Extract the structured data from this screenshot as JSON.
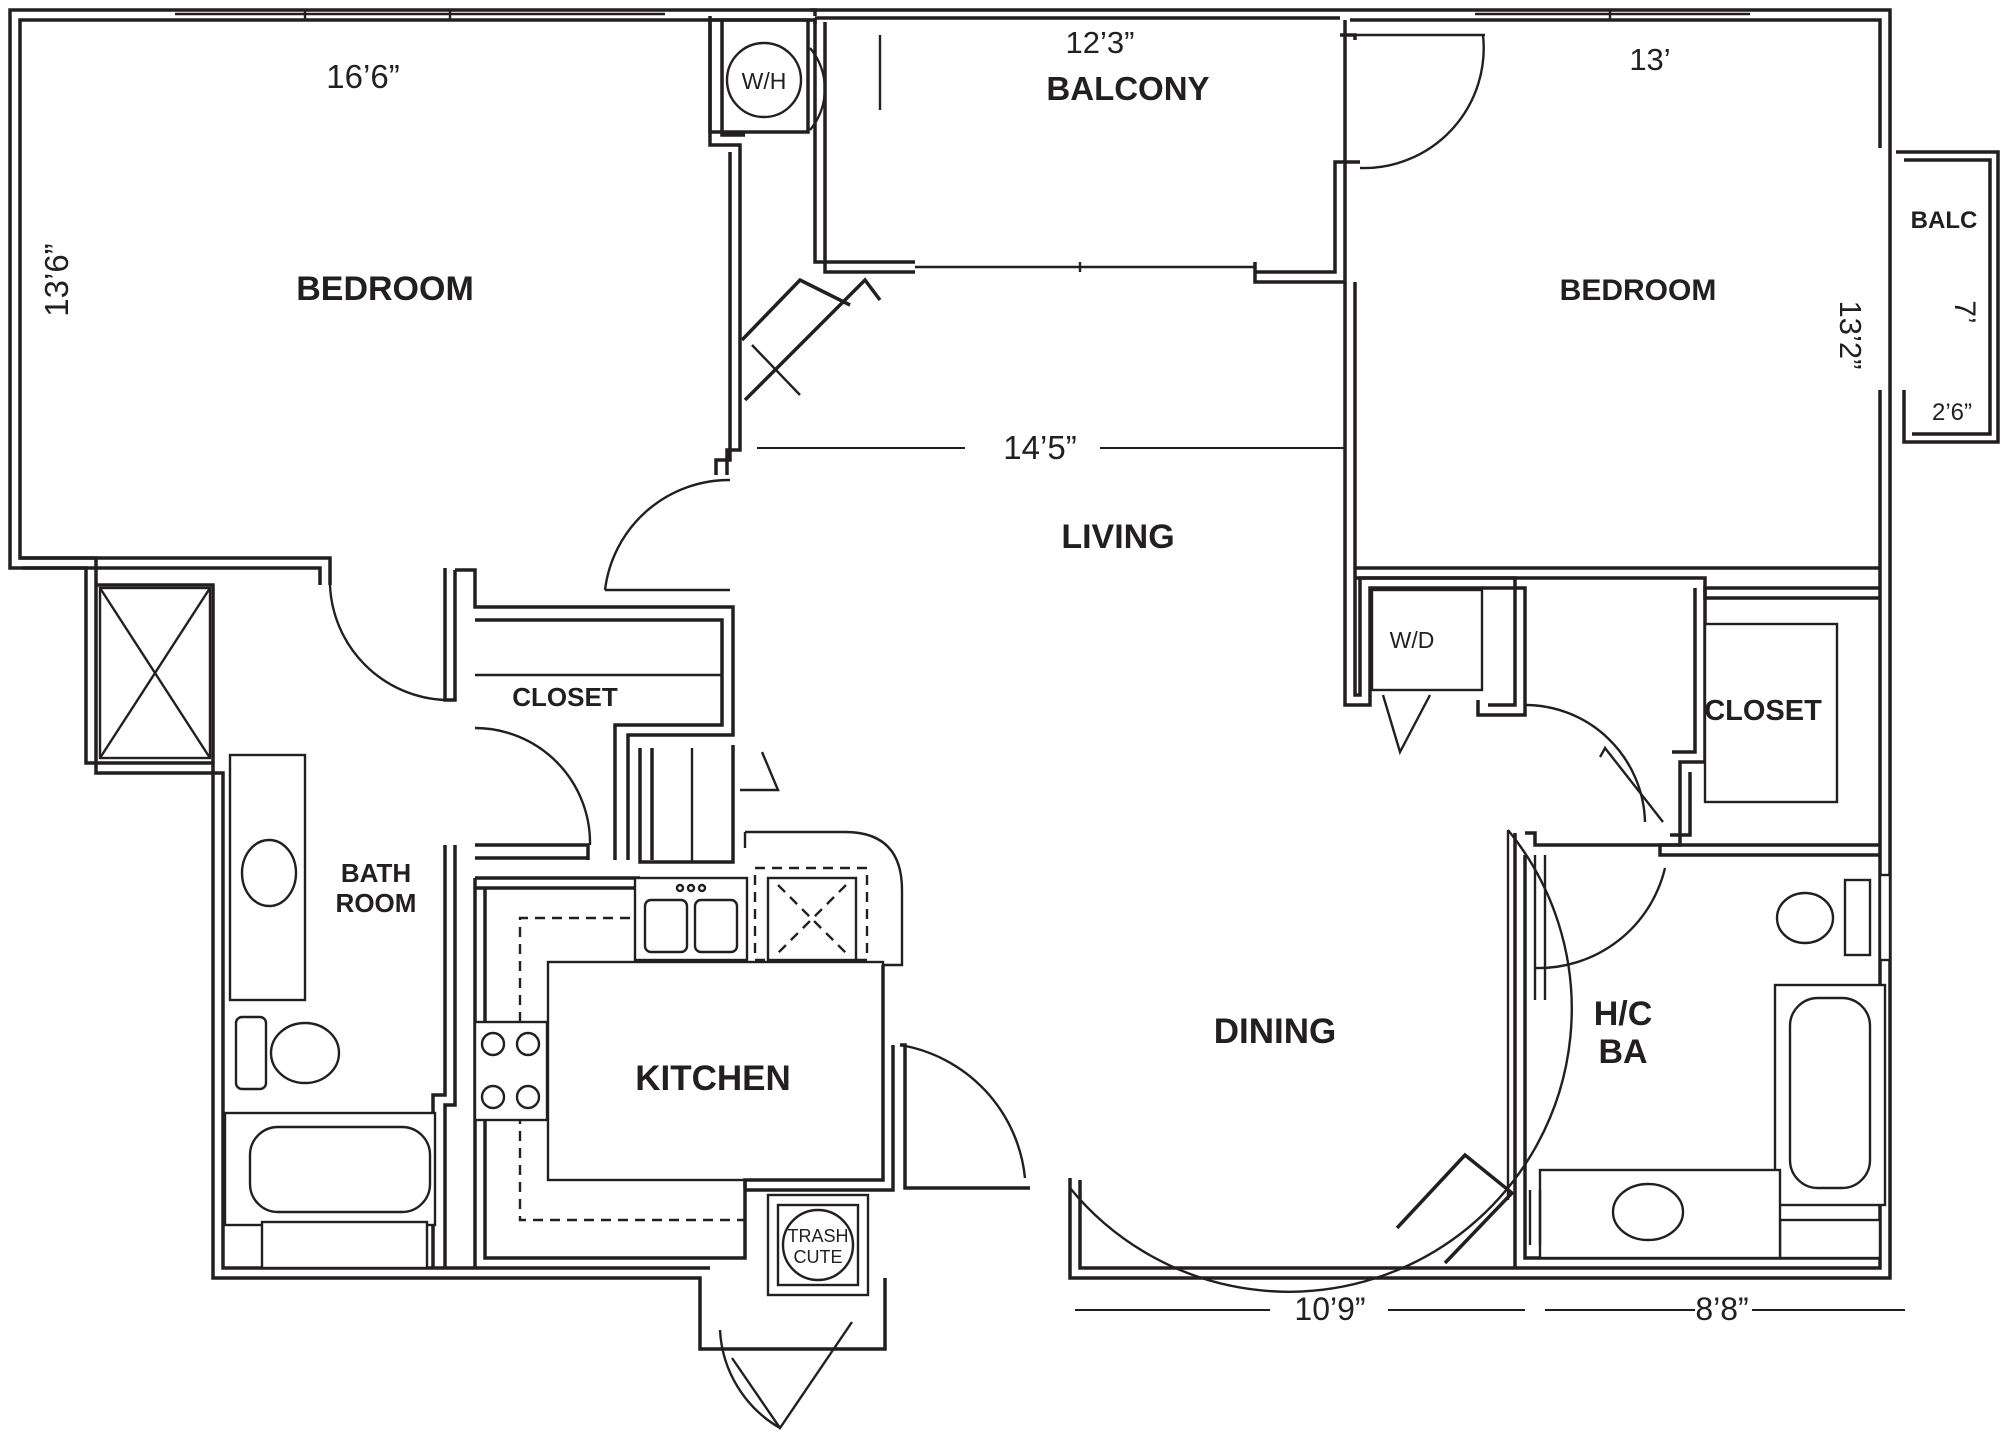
{
  "rooms": {
    "bedroom_left": "BEDROOM",
    "balcony": "BALCONY",
    "bedroom_right": "BEDROOM",
    "balc_small": "BALC",
    "living": "LIVING",
    "closet_left": "CLOSET",
    "closet_right": "CLOSET",
    "bathroom_line1": "BATH",
    "bathroom_line2": "ROOM",
    "kitchen": "KITCHEN",
    "dining": "DINING",
    "hc_ba_line1": "H/C",
    "hc_ba_line2": "BA"
  },
  "fixtures": {
    "water_heater": "W/H",
    "washer_dryer": "W/D",
    "trash_line1": "TRASH",
    "trash_line2": "CUTE"
  },
  "dimensions": {
    "bedroom_left_width": "16’6”",
    "bedroom_left_depth": "13’6”",
    "balcony_width": "12’3”",
    "bedroom_right_width": "13’",
    "bedroom_right_depth": "13’2”",
    "balc_small_length": "7’",
    "balc_small_depth": "2’6”",
    "living_width": "14’5”",
    "dining_width": "10’9”",
    "hc_ba_width": "8’8”"
  },
  "colors": {
    "line": "#231f20",
    "background": "#ffffff"
  }
}
